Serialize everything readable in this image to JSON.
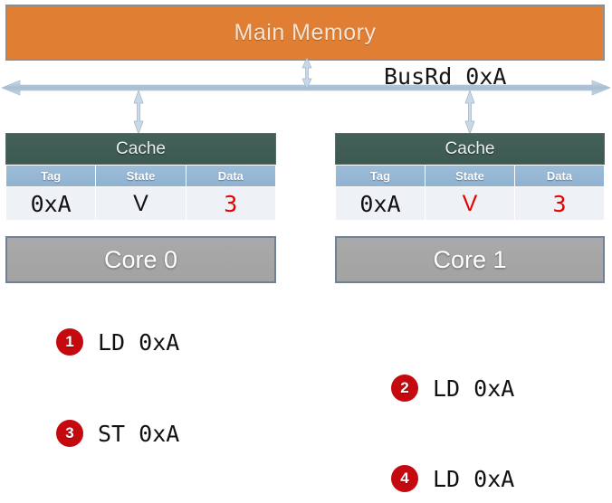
{
  "diagram": {
    "main_memory": {
      "label": "Main Memory"
    },
    "bus": {
      "annotation": "BusRd 0xA",
      "icon": "double-headed-horizontal-arrow"
    },
    "connectors": {
      "memory_to_bus": "double-headed-vertical-arrow",
      "cache0_to_bus": "double-headed-vertical-arrow",
      "cache1_to_bus": "double-headed-vertical-arrow"
    },
    "caches": [
      {
        "title": "Cache",
        "columns": [
          "Tag",
          "State",
          "Data"
        ],
        "row": {
          "tag": "0xA",
          "state": "V",
          "data": "3"
        },
        "highlight": {
          "tag": false,
          "state": false,
          "data": true
        },
        "core": "Core 0"
      },
      {
        "title": "Cache",
        "columns": [
          "Tag",
          "State",
          "Data"
        ],
        "row": {
          "tag": "0xA",
          "state": "V",
          "data": "3"
        },
        "highlight": {
          "tag": false,
          "state": true,
          "data": true
        },
        "core": "Core 1"
      }
    ],
    "steps": [
      {
        "number": "1",
        "text": "LD 0xA"
      },
      {
        "number": "2",
        "text": "LD 0xA"
      },
      {
        "number": "3",
        "text": "ST 0xA"
      },
      {
        "number": "4",
        "text": "LD 0xA"
      }
    ],
    "colors": {
      "main_memory": "#e07f34",
      "cache_header": "#3c5951",
      "column_header": "#94b5d3",
      "core": "#a6a6a7",
      "badge": "#c4090f",
      "highlight_text": "#e60000",
      "bus_line": "#9fb6cc"
    }
  }
}
